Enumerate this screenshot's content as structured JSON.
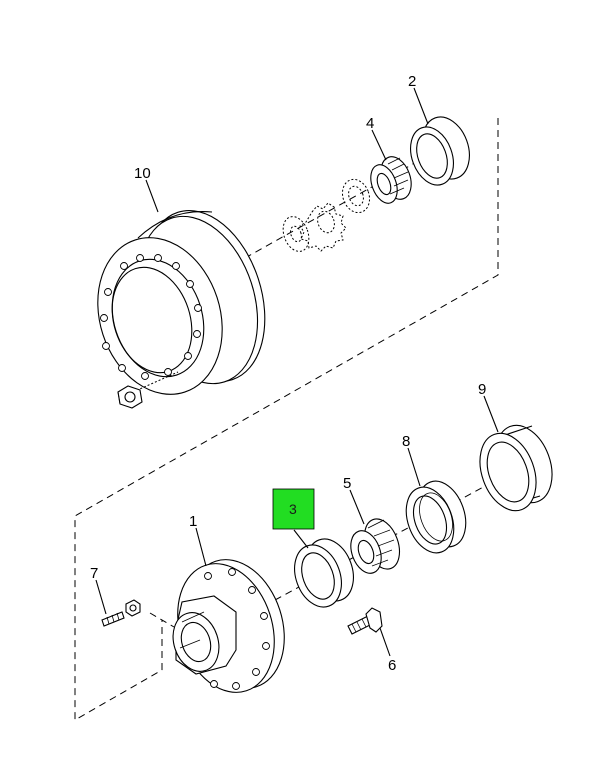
{
  "diagram": {
    "callouts": {
      "c1": "1",
      "c2": "2",
      "c3": "3",
      "c4": "4",
      "c5": "5",
      "c6": "6",
      "c7": "7",
      "c8": "8",
      "c9": "9",
      "c10": "10"
    },
    "highlight": {
      "fill": "#22dd22",
      "item": "3"
    }
  }
}
